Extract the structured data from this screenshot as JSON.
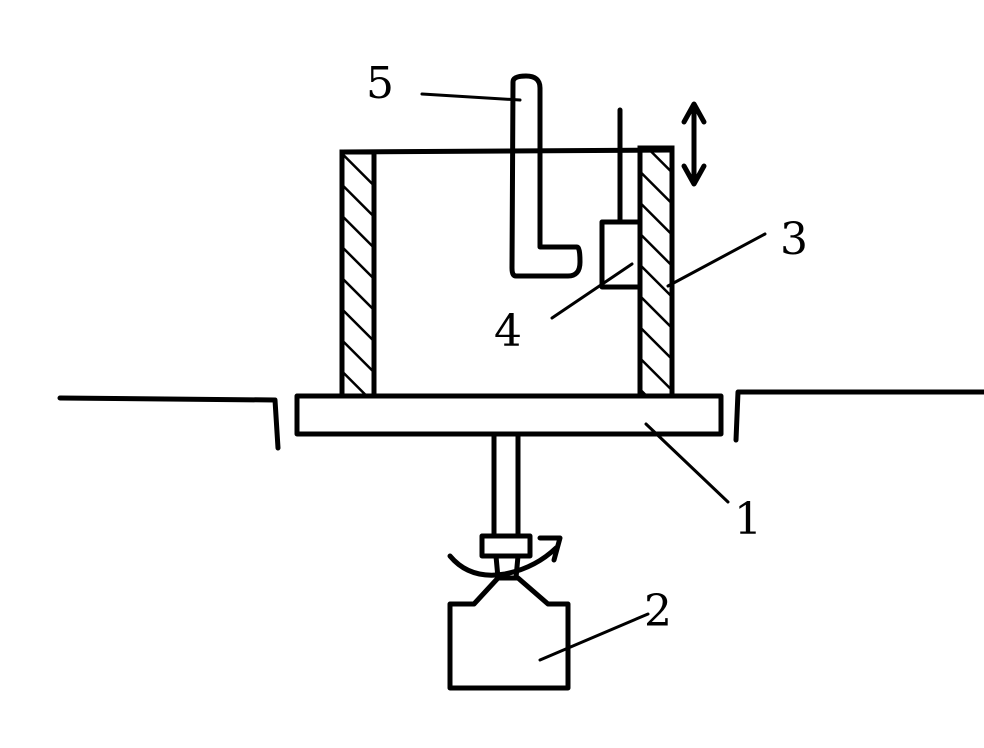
{
  "diagram": {
    "callouts": [
      {
        "id": "1",
        "label": "1",
        "part": "turntable"
      },
      {
        "id": "2",
        "label": "2",
        "part": "motor"
      },
      {
        "id": "3",
        "label": "3",
        "part": "hatched-wall"
      },
      {
        "id": "4",
        "label": "4",
        "part": "probe"
      },
      {
        "id": "5",
        "label": "5",
        "part": "nozzle-tube"
      }
    ],
    "colors": {
      "ink": "#000000",
      "background": "#ffffff"
    },
    "icons": {
      "vertical_motion": "double-arrow-vertical-icon",
      "rotation": "rotation-arrow-icon"
    }
  }
}
